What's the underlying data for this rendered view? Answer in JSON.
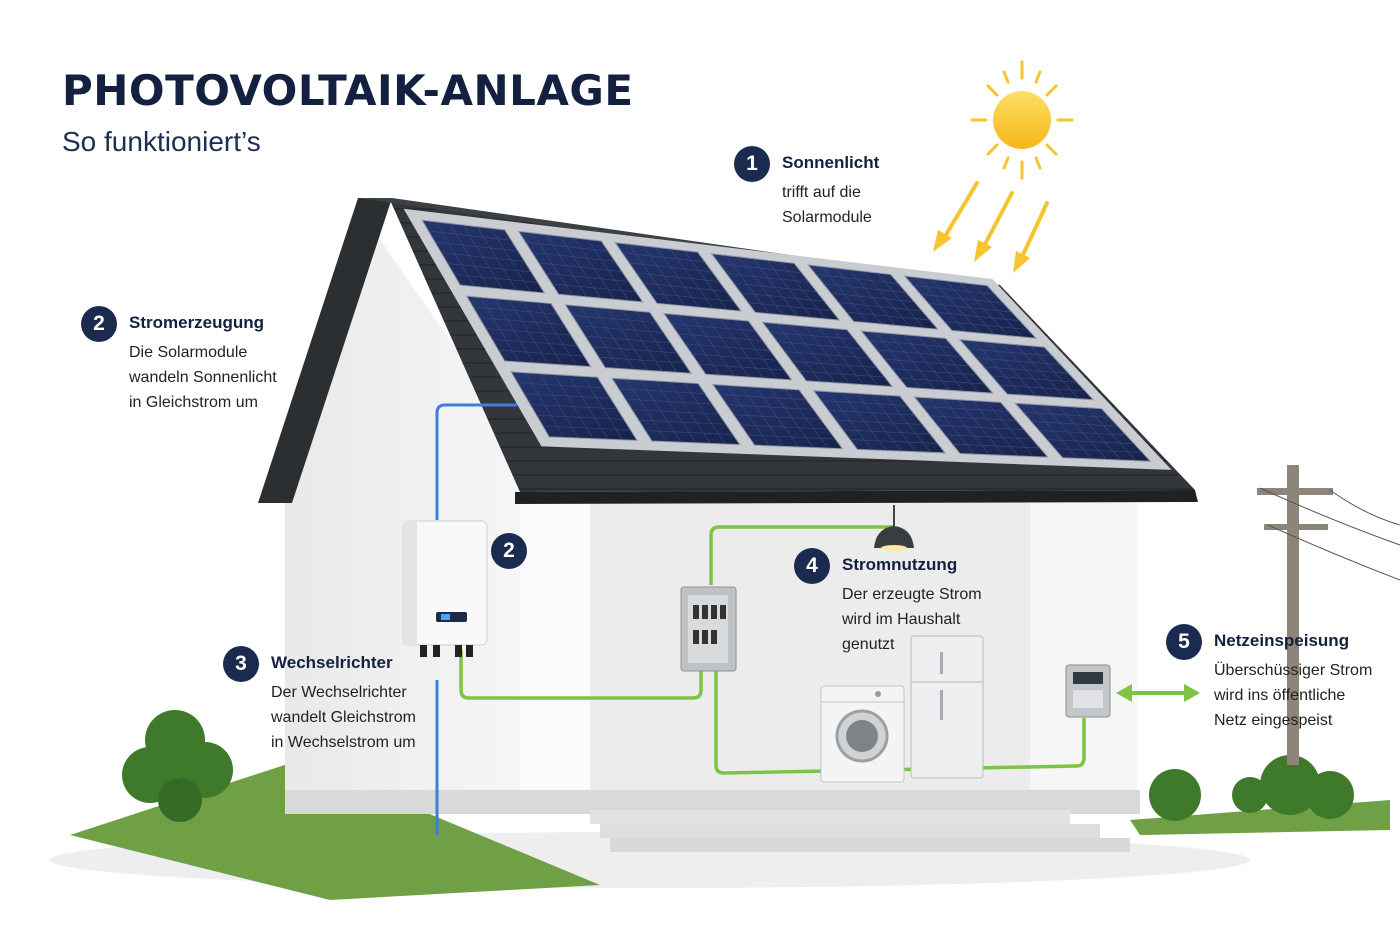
{
  "title": "PHOTOVOLTAIK-ANLAGE",
  "subtitle": "So funktioniert’s",
  "colors": {
    "navy": "#1b2b50",
    "sun": "#f6c42d",
    "dc_cable": "#3f7ed8",
    "ac_cable": "#7cc443",
    "panel": "#1d2a55",
    "roof": "#2f3336",
    "wall": "#f4f4f4"
  },
  "icons": [
    "sun-icon",
    "sun-ray-arrow-icon",
    "solar-panel-icon",
    "inverter-icon",
    "fuse-box-icon",
    "ceiling-lamp-icon",
    "fridge-icon",
    "washing-machine-icon",
    "electricity-meter-icon",
    "utility-pole-icon",
    "double-arrow-icon",
    "bush-icon"
  ],
  "steps": [
    {
      "number": "1",
      "heading": "Sonnenlicht",
      "lines": [
        "trifft auf die",
        "Solarmodule"
      ]
    },
    {
      "number": "2",
      "heading": "Stromerzeugung",
      "lines": [
        "Die Solarmodule",
        "wandeln Sonnenlicht",
        "in Gleichstrom um"
      ]
    },
    {
      "number": "3",
      "heading": "Wechselrichter",
      "lines": [
        "Der Wechselrichter",
        "wandelt Gleichstrom",
        "in Wechselstrom um"
      ]
    },
    {
      "number": "4",
      "heading": "Stromnutzung",
      "lines": [
        "Der erzeugte Strom",
        "wird im Haushalt",
        "genutzt"
      ]
    },
    {
      "number": "5",
      "heading": "Netzeinspeisung",
      "lines": [
        "Überschüssiger Strom",
        "wird ins öffentliche",
        "Netz eingespeist"
      ]
    }
  ],
  "inverter_marker": "2"
}
